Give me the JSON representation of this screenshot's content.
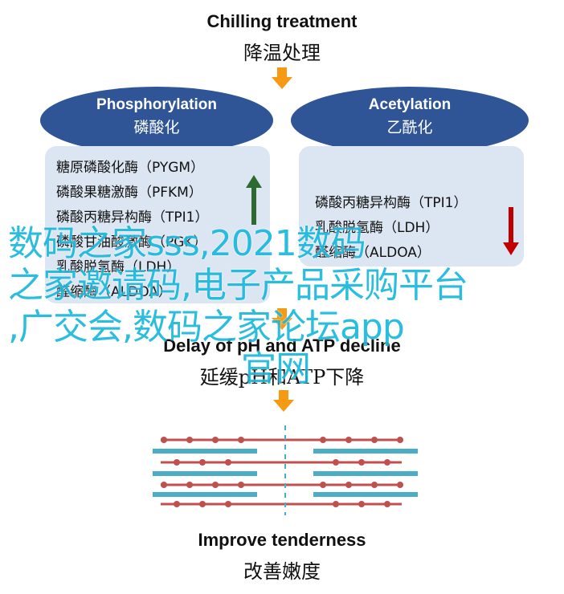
{
  "step1": {
    "en": "Chilling treatment",
    "cn": "降温处理"
  },
  "left_ellipse": {
    "en": "Phosphorylation",
    "cn": "磷酸化"
  },
  "right_ellipse": {
    "en": "Acetylation",
    "cn": "乙酰化"
  },
  "left_box": {
    "items": [
      "糖原磷酸化酶（PYGM）",
      "磷酸果糖激酶（PFKM）",
      "磷酸丙糖异构酶（TPI1）",
      "磷酸甘油酸激酶（PGK）",
      "乳酸脱氢酶（LDH）",
      "醛缩酶（ALDOA）"
    ],
    "trend": "up"
  },
  "right_box": {
    "items": [
      "磷酸丙糖异构酶（TPI1）",
      "乳酸脱氢酶（LDH）",
      "醛缩酶（ALDOA）"
    ],
    "trend": "down"
  },
  "step2": {
    "en": "Delay of pH and ATP decline",
    "cn": "延缓pH和ATP下降"
  },
  "step3": {
    "en": "Improve tenderness",
    "cn": "改善嫩度"
  },
  "watermark": {
    "line1": "数码之家sss,2021数码",
    "line2": "之家邀请码,电子产品采购平台",
    "line3": ",广交会,数码之家论坛app",
    "line4": "官网"
  },
  "colors": {
    "ellipse": "#2f5597",
    "box": "#dce6f2",
    "arrow_orange": "#f59a12",
    "up_arrow": "#2e6b2e",
    "down_arrow": "#c00000",
    "fiber_dark": "#c0504d",
    "fiber_blue": "#4bacc6",
    "watermark": "#1ab8dc"
  }
}
